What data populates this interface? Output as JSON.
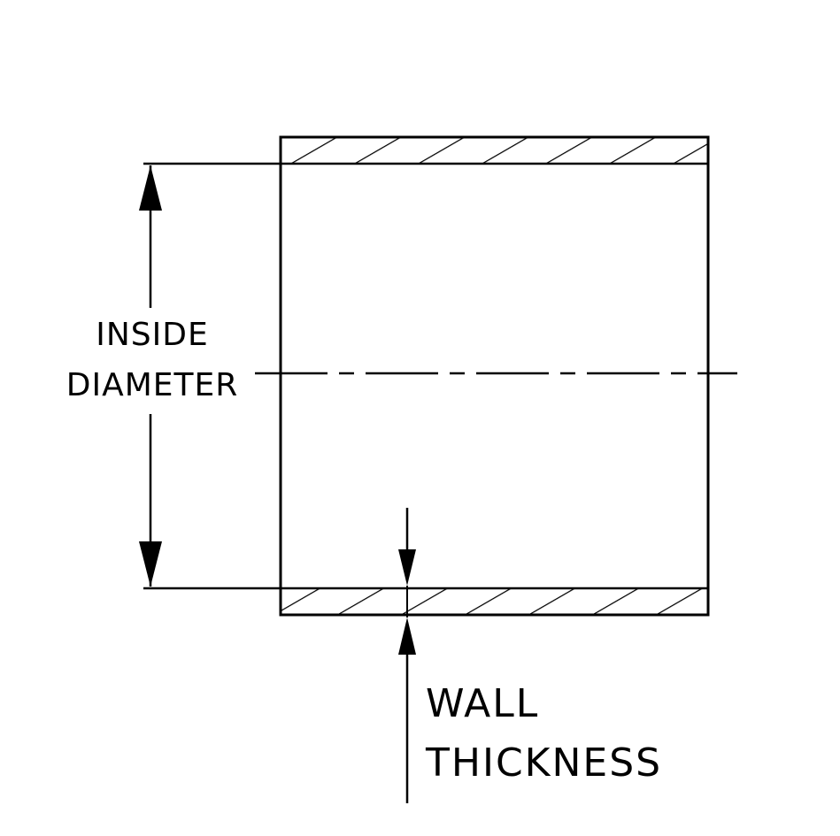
{
  "diagram": {
    "title": "tube cross-section dimension drawing",
    "labels": {
      "inside_diameter_line1": "INSIDE",
      "inside_diameter_line2": "DIAMETER",
      "wall_thickness_line1": "WALL",
      "wall_thickness_line2": "THICKNESS"
    },
    "colors": {
      "line": "#000000",
      "background": "#ffffff"
    }
  }
}
